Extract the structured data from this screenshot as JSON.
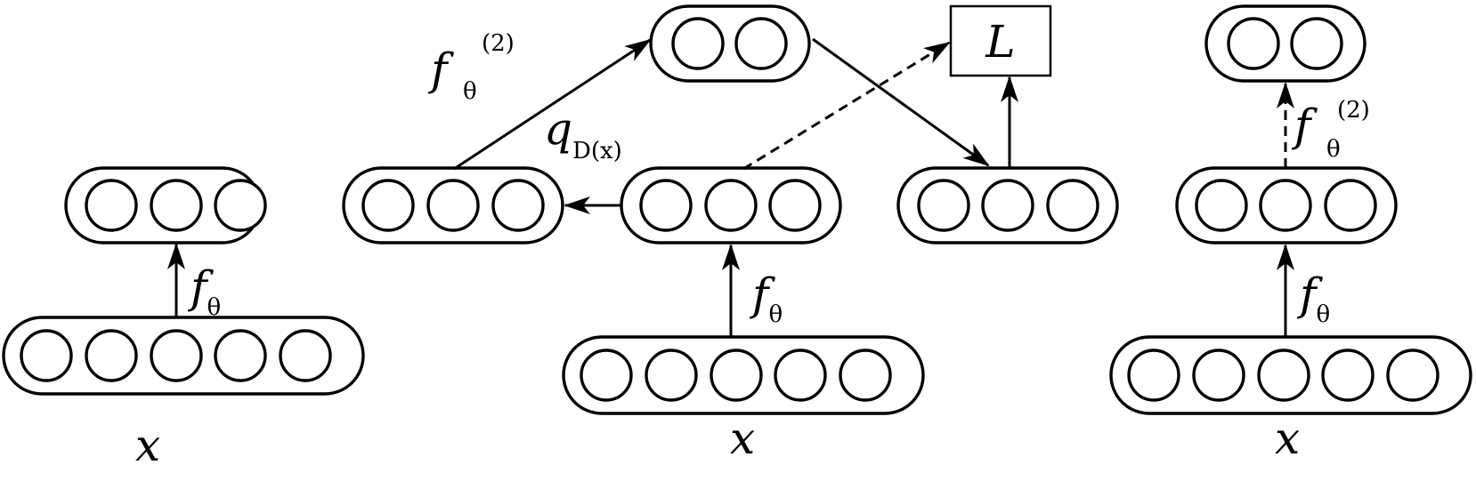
{
  "panel1": {
    "input_label": "x",
    "encoder_label": "f",
    "encoder_subscript": "θ"
  },
  "panel2": {
    "input_label": "x",
    "encoder_label": "f",
    "encoder_subscript": "θ",
    "corruption_label": "q",
    "corruption_subscript": "D(x)",
    "second_encoder_label": "f",
    "second_encoder_subscript": "θ",
    "second_encoder_superscript": "(2)",
    "loss_label": "L"
  },
  "panel3": {
    "input_label": "x",
    "encoder_label": "f",
    "encoder_subscript": "θ",
    "second_encoder_label": "f",
    "second_encoder_subscript": "θ",
    "second_encoder_superscript": "(2)"
  }
}
